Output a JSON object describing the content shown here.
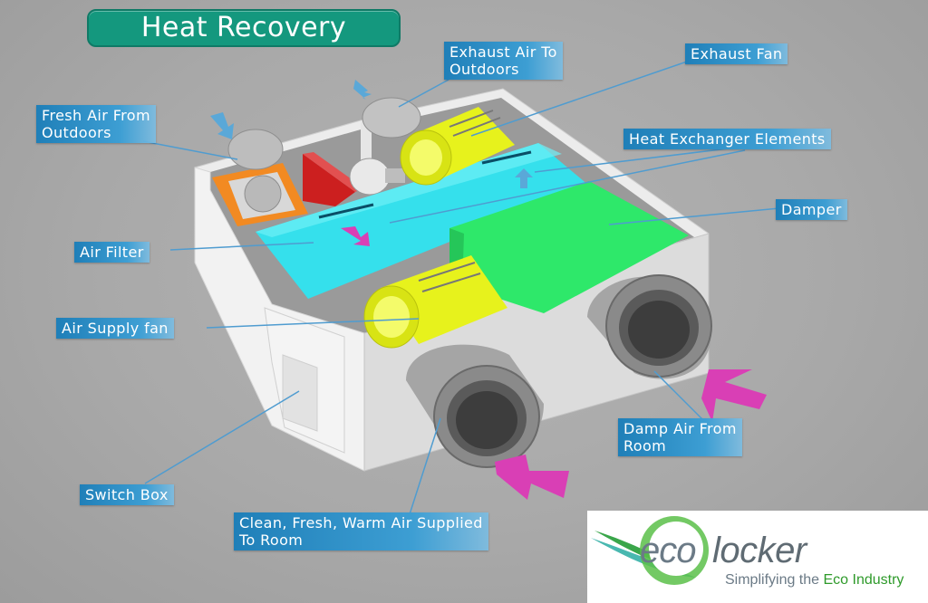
{
  "title": "Heat Recovery",
  "labels": {
    "exhaust_air_to_outdoors": "Exhaust Air To\nOutdoors",
    "exhaust_fan": "Exhaust Fan",
    "fresh_air_from_outdoors": "Fresh Air From\nOutdoors",
    "heat_exchanger_elements": "Heat Exchanger Elements",
    "damper": "Damper",
    "air_filter": "Air Filter",
    "air_supply_fan": "Air Supply fan",
    "damp_air_from_room": "Damp Air From\nRoom",
    "switch_box": "Switch Box",
    "clean_air_supplied": "Clean, Fresh, Warm Air Supplied\nTo Room"
  },
  "logo": {
    "eco": "eco",
    "locker": "locker",
    "tagline_prefix": "Simplifying the ",
    "tagline_highlight": "Eco Industry"
  },
  "colors": {
    "title_bg": "#14987e",
    "label_bg": "#2b8cc6",
    "filter": "#2fe4f0",
    "damper": "#2ee86a",
    "fan": "#e7f21c",
    "arrow_magenta": "#d93fb5",
    "arrow_blue": "#5aa8d8"
  }
}
